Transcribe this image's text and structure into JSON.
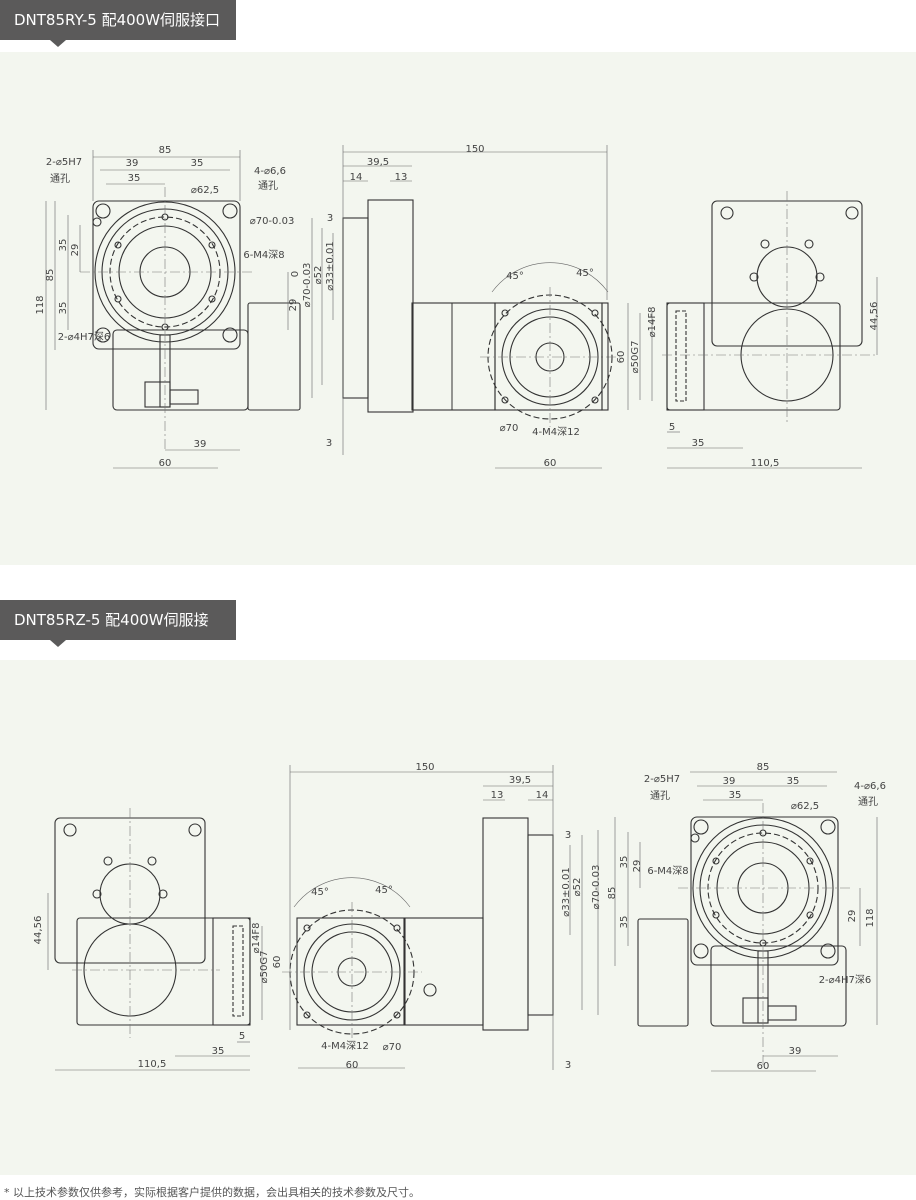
{
  "sections": [
    {
      "title": "DNT85RY-5 配400W伺服接口",
      "views": [
        {
          "labels": [
            "85",
            "39",
            "35",
            "35",
            "2-⌀5H7",
            "通孔",
            "4-⌀6,6",
            "通孔",
            "⌀62,5",
            "6-M4深8",
            "118",
            "85",
            "35",
            "29",
            "35",
            "2-⌀4H7深6",
            "29",
            "0",
            "⌀70-0.03",
            "39",
            "60"
          ]
        },
        {
          "labels": [
            "150",
            "39,5",
            "14",
            "13",
            "3",
            "⌀70-0.03",
            "⌀52",
            "⌀33±0.01",
            "3",
            "45°",
            "45°",
            "60",
            "⌀50G7",
            "⌀70",
            "4-M4深12",
            "60"
          ]
        },
        {
          "labels": [
            "⌀14F8",
            "44,56",
            "5",
            "35",
            "110,5"
          ]
        }
      ]
    },
    {
      "title": "DNT85RZ-5 配400W伺服接口",
      "views": [
        {
          "labels": [
            "44,56",
            "⌀14F8",
            "⌀50G7",
            "60",
            "5",
            "35",
            "110,5"
          ]
        },
        {
          "labels": [
            "150",
            "39,5",
            "13",
            "14",
            "3",
            "⌀33±0.01",
            "⌀52",
            "⌀70-0.03",
            "45°",
            "45°",
            "4-M4深12",
            "⌀70",
            "60",
            "3"
          ]
        },
        {
          "labels": [
            "2-⌀5H7",
            "通孔",
            "39",
            "35",
            "85",
            "35",
            "4-⌀6,6",
            "通孔",
            "⌀62,5",
            "6-M4深8",
            "35",
            "29",
            "85",
            "35",
            "29",
            "118",
            "2-⌀4H7深6",
            "39",
            "60"
          ]
        }
      ]
    }
  ],
  "footer": "* 以上技术参数仅供参考，实际根据客户提供的数据，会出具相关的技术参数及尺寸。",
  "colors": {
    "tab": "#5b5a5a",
    "panel": "#f3f6ef",
    "line": "#333333"
  }
}
